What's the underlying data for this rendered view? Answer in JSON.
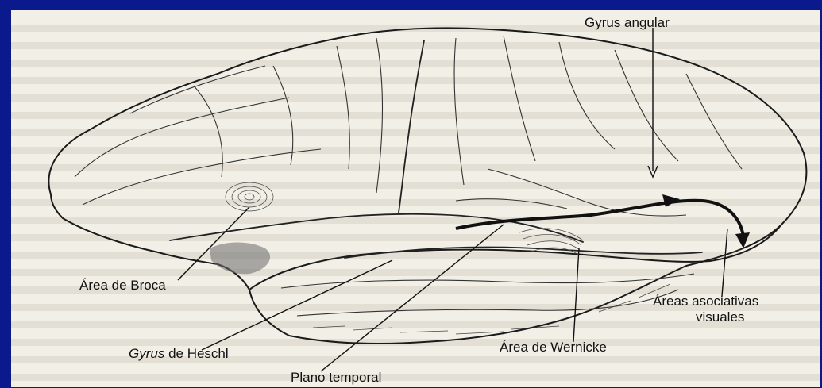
{
  "figure": {
    "labels": {
      "gyrus_angular": "Gyrus angular",
      "broca": "Área de Broca",
      "heschl_italic": "Gyrus",
      "heschl_rest": " de Heschl",
      "plano_temporal": "Plano temporal",
      "wernicke": "Área de Wernicke",
      "visual_line1": "Áreas asociativas",
      "visual_line2": "visuales"
    }
  },
  "colors": {
    "border": "#0a1a8c",
    "paper": "#f2efe6",
    "ink": "#111111"
  }
}
